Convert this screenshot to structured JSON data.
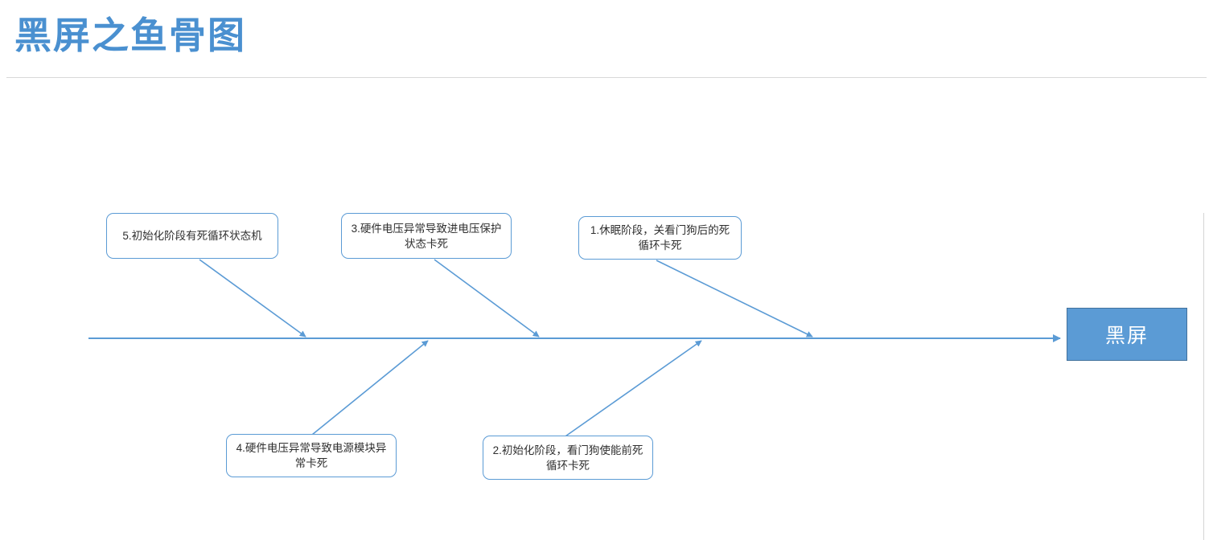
{
  "header": {
    "title": "黑屏之鱼骨图",
    "title_color": "#4a90d0"
  },
  "diagram": {
    "type": "fishbone",
    "line_color": "#5b9bd5",
    "effect": {
      "label": "黑屏",
      "fill_color": "#5b9bd5",
      "border_color": "#41719c",
      "text_color": "#ffffff"
    },
    "causes": [
      {
        "id": 1,
        "label": "1.休眠阶段，关看门狗后的死循环卡死",
        "side": "top"
      },
      {
        "id": 2,
        "label": "2.初始化阶段，看门狗使能前死循环卡死",
        "side": "bottom"
      },
      {
        "id": 3,
        "label": "3.硬件电压异常导致进电压保护状态卡死",
        "side": "top"
      },
      {
        "id": 4,
        "label": "4.硬件电压异常导致电源模块异常卡死",
        "side": "bottom"
      },
      {
        "id": 5,
        "label": "5.初始化阶段有死循环状态机",
        "side": "top"
      }
    ]
  }
}
